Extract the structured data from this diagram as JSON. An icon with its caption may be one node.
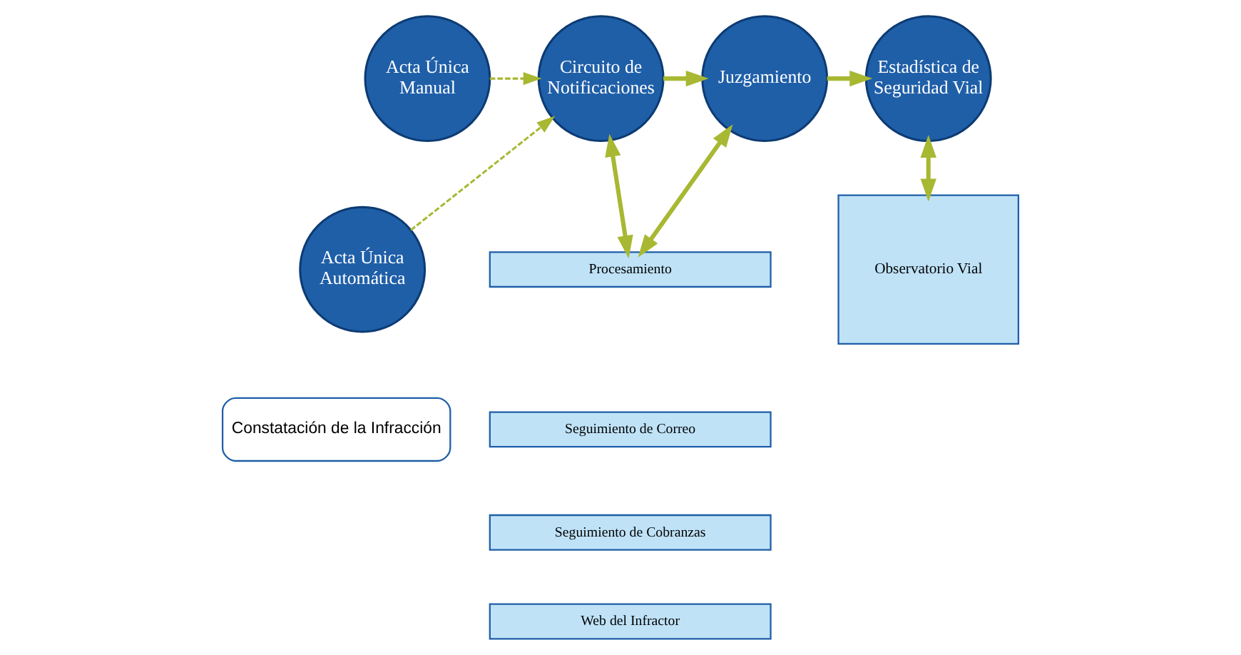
{
  "diagram": {
    "nodes": [
      {
        "text": [
          "Acta Única Manual"
        ]
      },
      {
        "text": [
          "Acta Única Automática"
        ]
      },
      {
        "text": [
          "Circuito de Notificaciones"
        ]
      },
      {
        "text": [
          "Juzgamiento"
        ]
      },
      {
        "text": [
          "Estadística de Seguridad Vial"
        ]
      },
      {
        "text": [
          "Procesamiento"
        ]
      },
      {
        "text": [
          "Seguimiento de Correo"
        ]
      },
      {
        "text": [
          "Seguimiento de Cobranzas"
        ]
      },
      {
        "text": [
          "Web del Infractor"
        ]
      },
      {
        "text": [
          "Observatorio Vial"
        ]
      },
      {
        "text": [
          "Constatación de la Infracción"
        ]
      }
    ],
    "edges": [
      {
        "from": 0,
        "to": 2,
        "arrow": "to",
        "style": "dashed"
      },
      {
        "from": 1,
        "to": 2,
        "arrow": "to",
        "style": "dashed"
      },
      {
        "from": 2,
        "to": 3,
        "arrow": "to"
      },
      {
        "from": 3,
        "to": 4,
        "arrow": "to"
      },
      {
        "from": 2,
        "to": 5,
        "arrow": "both"
      },
      {
        "from": 3,
        "to": 5,
        "arrow": "both"
      },
      {
        "from": 4,
        "to": 9,
        "arrow": "both"
      }
    ]
  }
}
